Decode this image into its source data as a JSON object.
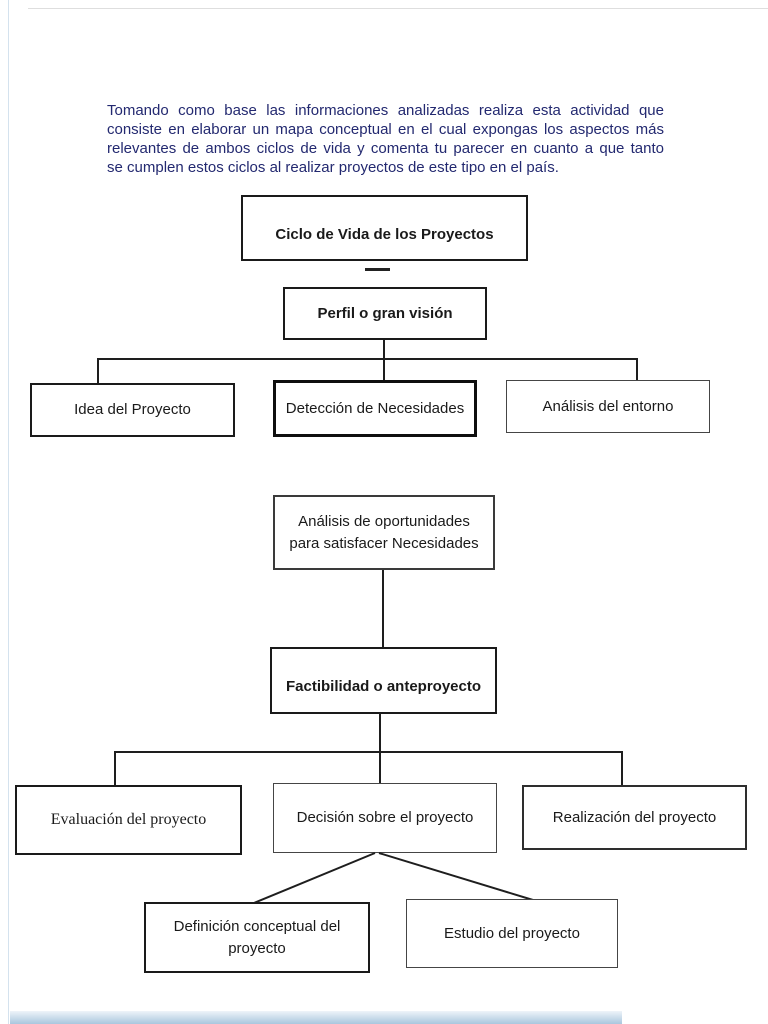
{
  "intro_lines": [
    "Tomando como base las informaciones analizadas realiza esta actividad que",
    "consiste en elaborar un mapa conceptual en el cual expongas los aspectos más",
    "relevantes de ambos ciclos de vida y comenta tu parecer en cuanto a que tanto",
    "se cumplen estos ciclos al realizar proyectos de este tipo en el país."
  ],
  "nodes": {
    "ciclo": "Ciclo de Vida de los Proyectos",
    "perfil": "Perfil o gran visión",
    "idea": "Idea del Proyecto",
    "deteccion": "Detección de Necesidades",
    "entorno": "Análisis del entorno",
    "oportunidades": "Análisis de oportunidades para satisfacer Necesidades",
    "factibilidad": "Factibilidad o anteproyecto",
    "evaluacion": "Evaluación del proyecto",
    "decision": "Decisión sobre el proyecto",
    "realizacion": "Realización del proyecto",
    "definicion": "Definición conceptual del proyecto",
    "estudio": "Estudio del proyecto"
  },
  "colors": {
    "intro_text": "#232970",
    "box_text": "#1a1a1a",
    "connector": "#1e1e1e",
    "bottom_bar": "#a9c6de"
  }
}
